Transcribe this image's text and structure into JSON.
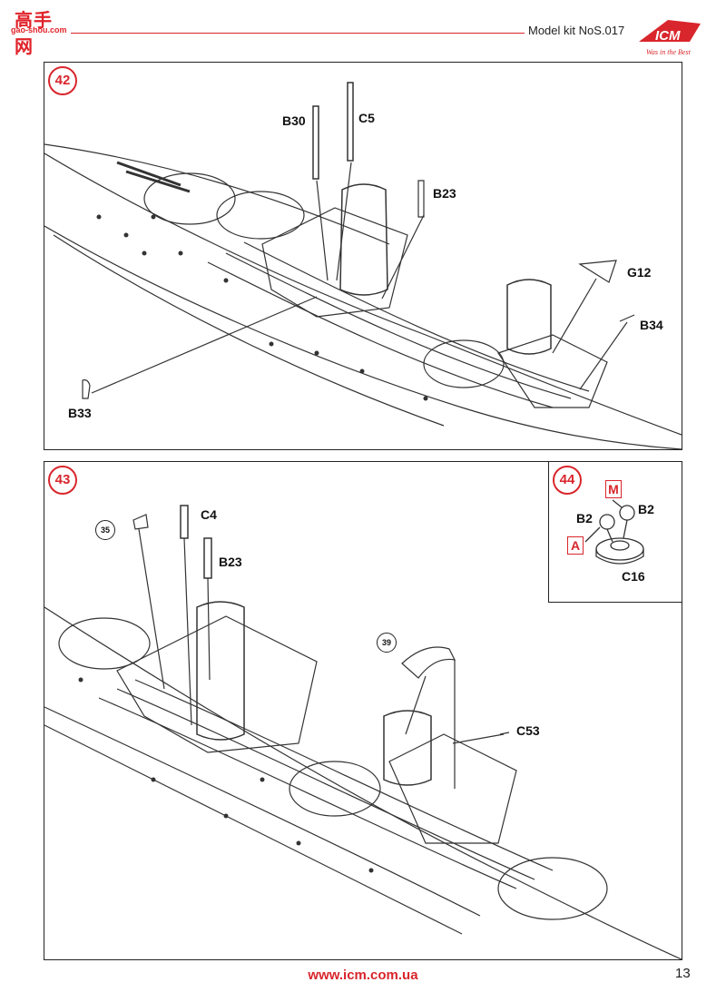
{
  "header": {
    "watermark_text": "高手网",
    "watermark_sub": "gao-shou.com",
    "model_kit": "Model kit NoS.017",
    "logo_text": "ICM",
    "logo_tagline": "Was in the Best"
  },
  "step42": {
    "number": "42",
    "parts": [
      "B30",
      "C5",
      "B23",
      "G12",
      "B34",
      "B33"
    ]
  },
  "step43": {
    "number": "43",
    "refs": [
      "35",
      "39"
    ],
    "parts": [
      "C4",
      "B23",
      "C53"
    ]
  },
  "step44": {
    "number": "44",
    "parts": [
      "B2",
      "B2",
      "C16"
    ],
    "boxes": [
      "M",
      "A"
    ]
  },
  "footer": {
    "url": "www.icm.com.ua",
    "page": "13"
  },
  "colors": {
    "accent": "#d8262c",
    "line": "#222222"
  }
}
